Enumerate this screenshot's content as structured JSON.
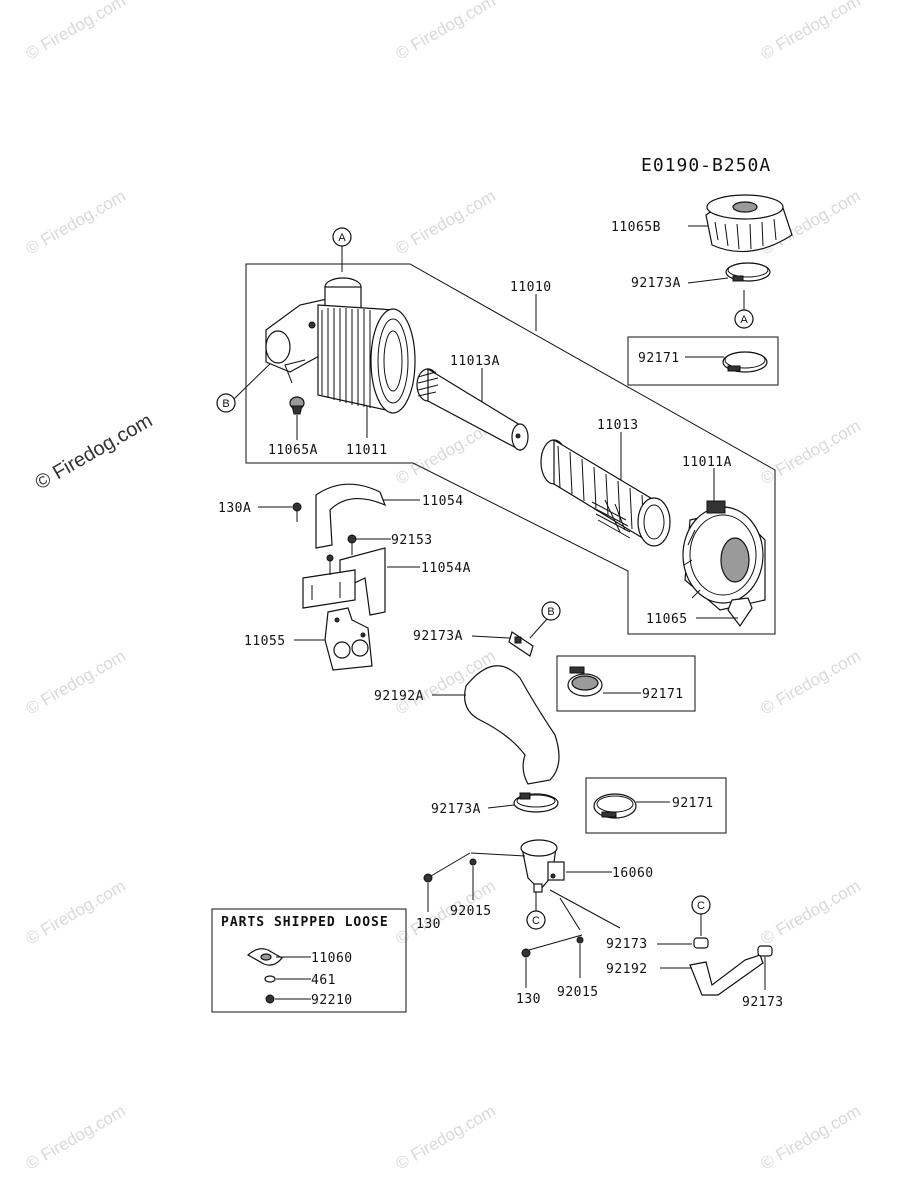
{
  "diagram_code": "E0190-B250A",
  "watermark": "© Firedog.com",
  "loose_box_title": "PARTS SHIPPED LOOSE",
  "refs": {
    "a": "A",
    "b": "B",
    "c": "C"
  },
  "parts": {
    "p11065B": "11065B",
    "p92173A_top": "92173A",
    "p92171_top": "92171",
    "p11010": "11010",
    "p11013A": "11013A",
    "p11013": "11013",
    "p11011A": "11011A",
    "p11065A": "11065A",
    "p11011": "11011",
    "p130A": "130A",
    "p11054": "11054",
    "p92153": "92153",
    "p11054A": "11054A",
    "p11065": "11065",
    "p11055": "11055",
    "p92173A_mid": "92173A",
    "p92171_mid": "92171",
    "p92192A": "92192A",
    "p92173A_low": "92173A",
    "p92171_low": "92171",
    "p16060": "16060",
    "p130_left": "130",
    "p92015_left": "92015",
    "p92173": "92173",
    "p92192": "92192",
    "p130_bottom": "130",
    "p92015_bottom": "92015",
    "p92173_right": "92173",
    "p11060": "11060",
    "p461": "461",
    "p92210": "92210"
  }
}
